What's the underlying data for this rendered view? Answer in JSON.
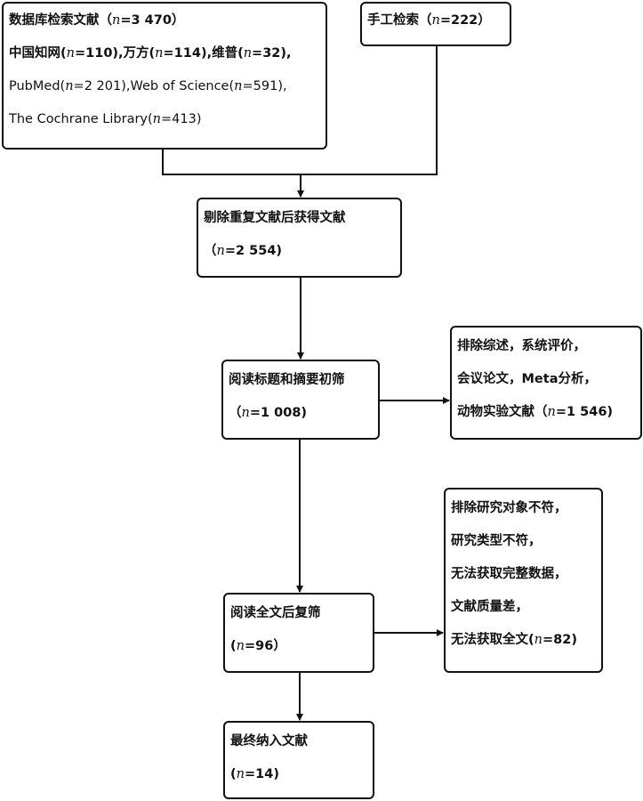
{
  "diagram": {
    "type": "flowchart",
    "title": "",
    "boxes": {
      "database_search": {
        "lines": [
          "数据库检索文献（n=3 470）",
          "中国知网(n=110),万方(n=114),维普(n=32),",
          "PubMed(n=2 201),Web of Science(n=591),",
          "The Cochrane Library(n=413)"
        ]
      },
      "manual_search": {
        "lines": [
          "手工检索（n=222）"
        ]
      },
      "after_dedup": {
        "lines": [
          "剔除重复文献后获得文献",
          "（n=2 554)"
        ]
      },
      "title_abstract_screen": {
        "lines": [
          "阅读标题和摘要初筛",
          "（n=1 008)"
        ]
      },
      "exclusion_1": {
        "lines": [
          "排除综述，系统评价，",
          "会议论文，Meta分析，",
          "动物实验文献（n=1 546)"
        ]
      },
      "full_text_screen": {
        "lines": [
          "阅读全文后复筛",
          "(n=96）"
        ]
      },
      "exclusion_2": {
        "lines": [
          "排除研究对象不符，",
          "研究类型不符，",
          "无法获取完整数据，",
          "文献质量差，",
          "无法获取全文(n=82)"
        ]
      },
      "final_included": {
        "lines": [
          "最终纳入文献",
          "(n=14)"
        ]
      }
    },
    "edges": [
      {
        "from": "database_search",
        "to": "after_dedup"
      },
      {
        "from": "manual_search",
        "to": "after_dedup"
      },
      {
        "from": "after_dedup",
        "to": "title_abstract_screen"
      },
      {
        "from": "title_abstract_screen",
        "to": "exclusion_1"
      },
      {
        "from": "title_abstract_screen",
        "to": "full_text_screen"
      },
      {
        "from": "full_text_screen",
        "to": "exclusion_2"
      },
      {
        "from": "full_text_screen",
        "to": "final_included"
      }
    ],
    "colors": {
      "stroke": "#111111",
      "background": "#ffffff"
    }
  }
}
